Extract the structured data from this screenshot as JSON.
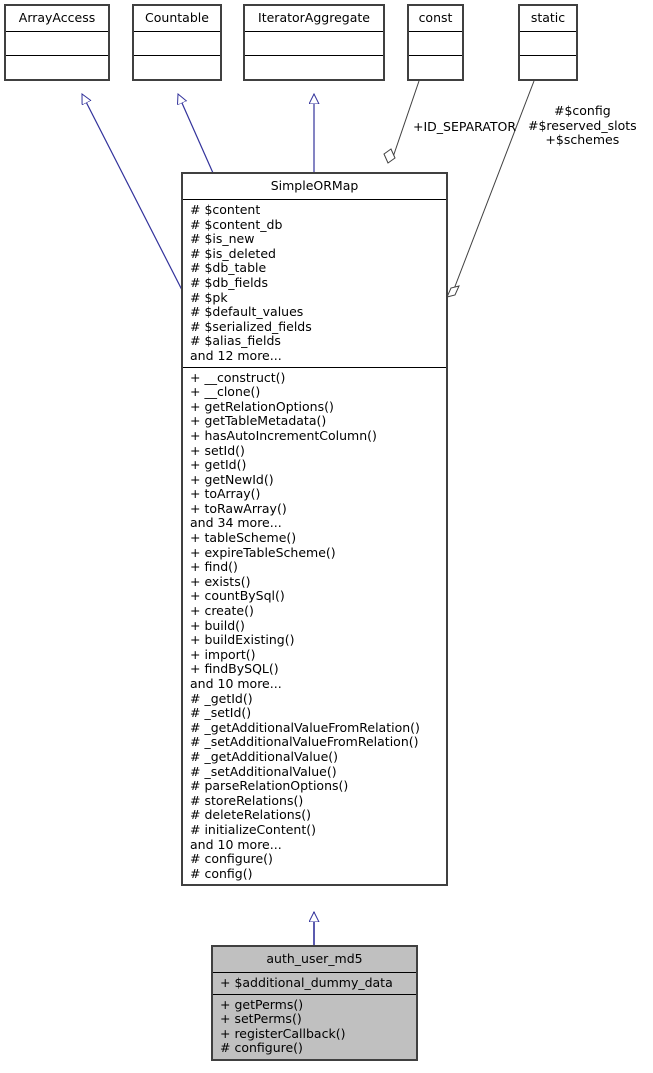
{
  "diagram": {
    "type": "uml-class-diagram",
    "title": "auth_user_md5 class hierarchy",
    "colors": {
      "edge_inheritance": "#32329b",
      "edge_association": "#404040",
      "node_border": "#404040",
      "highlight_fill": "#c0c0c0",
      "background": "#ffffff"
    }
  },
  "nodes": {
    "arrayaccess": {
      "name": "ArrayAccess",
      "attributes": [],
      "methods": []
    },
    "countable": {
      "name": "Countable",
      "attributes": [],
      "methods": []
    },
    "iteratoraggregate": {
      "name": "IteratorAggregate",
      "attributes": [],
      "methods": []
    },
    "const": {
      "name": "const",
      "attributes": [],
      "methods": []
    },
    "static": {
      "name": "static",
      "attributes": [],
      "methods": []
    },
    "simpleormap": {
      "name": "SimpleORMap",
      "attributes": [
        "# $content",
        "# $content_db",
        "# $is_new",
        "# $is_deleted",
        "# $db_table",
        "# $db_fields",
        "# $pk",
        "# $default_values",
        "# $serialized_fields",
        "# $alias_fields",
        "and 12 more..."
      ],
      "methods": [
        "+ __construct()",
        "+ __clone()",
        "+ getRelationOptions()",
        "+ getTableMetadata()",
        "+ hasAutoIncrementColumn()",
        "+ setId()",
        "+ getId()",
        "+ getNewId()",
        "+ toArray()",
        "+ toRawArray()",
        "and 34 more...",
        "+ tableScheme()",
        "+ expireTableScheme()",
        "+ find()",
        "+ exists()",
        "+ countBySql()",
        "+ create()",
        "+ build()",
        "+ buildExisting()",
        "+ import()",
        "+ findBySQL()",
        "and 10 more...",
        "# _getId()",
        "# _setId()",
        "# _getAdditionalValueFromRelation()",
        "# _setAdditionalValueFromRelation()",
        "# _getAdditionalValue()",
        "# _setAdditionalValue()",
        "# parseRelationOptions()",
        "# storeRelations()",
        "# deleteRelations()",
        "# initializeContent()",
        "and 10 more...",
        "# configure()",
        "# config()"
      ]
    },
    "auth_user_md5": {
      "name": "auth_user_md5",
      "attributes": [
        "+ $additional_dummy_data"
      ],
      "methods": [
        "+ getPerms()",
        "+ setPerms()",
        "+ registerCallback()",
        "# configure()"
      ]
    }
  },
  "edges": {
    "inheritance": [
      {
        "from": "simpleormap",
        "to": "arrayaccess"
      },
      {
        "from": "simpleormap",
        "to": "countable"
      },
      {
        "from": "simpleormap",
        "to": "iteratoraggregate"
      },
      {
        "from": "auth_user_md5",
        "to": "simpleormap"
      }
    ],
    "associations": [
      {
        "from": "simpleormap",
        "to": "const",
        "label": "+ID_SEPARATOR"
      },
      {
        "from": "simpleormap",
        "to": "static",
        "label": "#$config\n#$reserved_slots\n+$schemes"
      }
    ]
  },
  "labels": {
    "id_separator": "+ID_SEPARATOR",
    "static_line1": "#$config",
    "static_line2": "#$reserved_slots",
    "static_line3": "+$schemes"
  }
}
